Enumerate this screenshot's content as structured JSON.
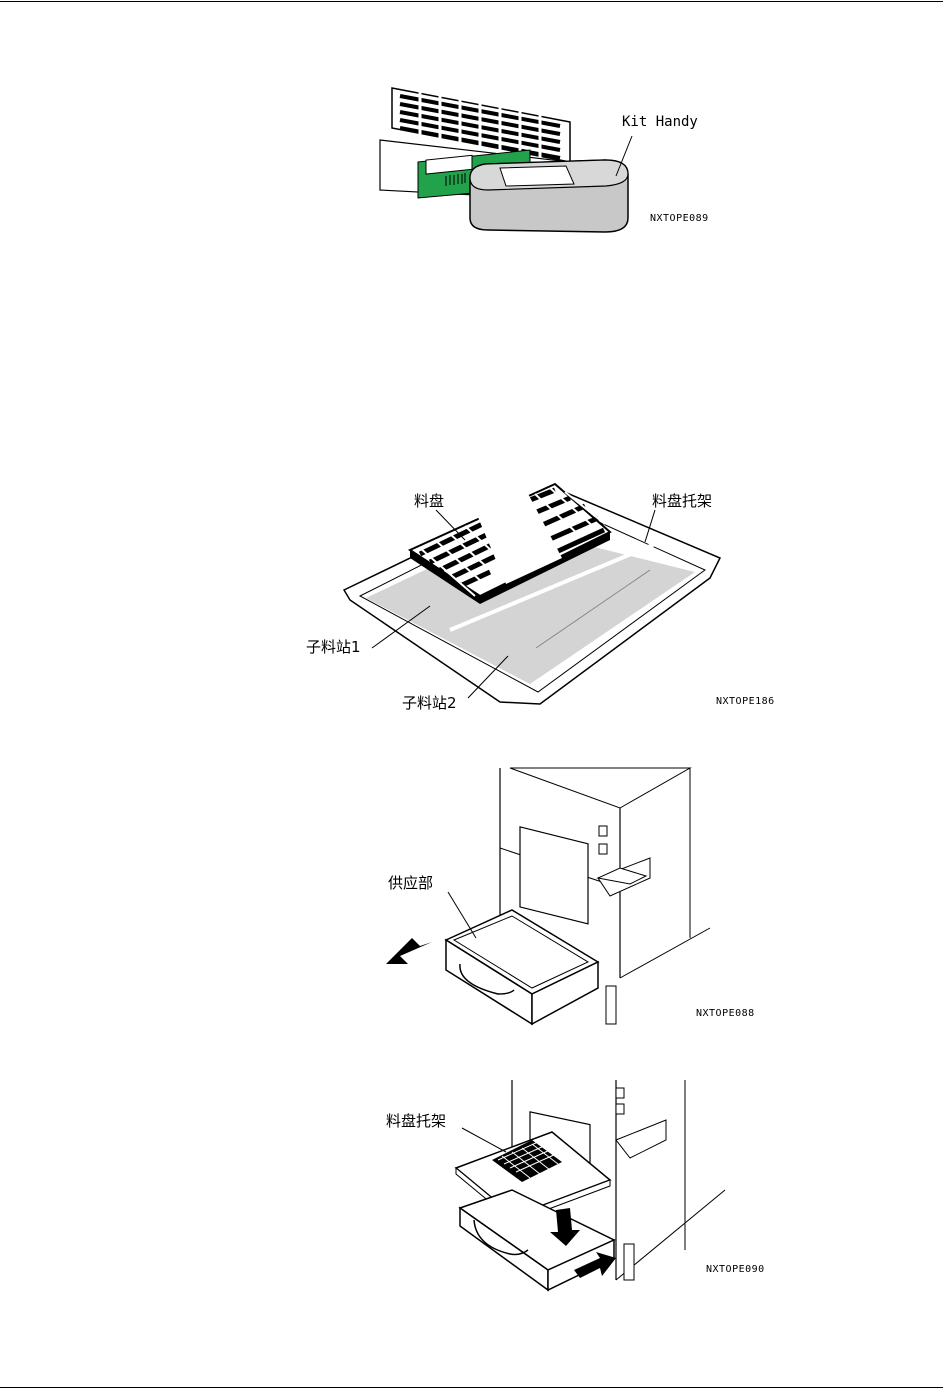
{
  "figures": {
    "kit_handy": {
      "callout": "Kit Handy",
      "code": "NXTOPE089"
    },
    "tray_holder": {
      "tray_label": "料盘",
      "holder_label": "料盘托架",
      "sub1_label": "子料站1",
      "sub2_label": "子料站2",
      "code": "NXTOPE186"
    },
    "supply_unit": {
      "supply_label": "供应部",
      "code": "NXTOPE088"
    },
    "insert_holder": {
      "holder_label": "料盘托架",
      "code": "NXTOPE090"
    }
  },
  "colors": {
    "card_green": "#22a24a",
    "handy_gray": "#c8c8c8",
    "station_gray": "#d4d4d4"
  }
}
